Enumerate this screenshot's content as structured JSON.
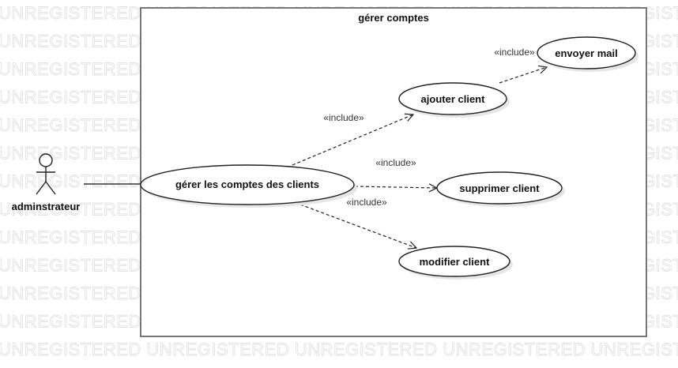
{
  "watermark": "UNREGISTERED",
  "system": {
    "title": "gérer comptes"
  },
  "actor": {
    "label": "adminstrateur",
    "icon": "stick-figure-icon"
  },
  "use_cases": [
    {
      "id": "main",
      "label": "gérer les comptes des clients"
    },
    {
      "id": "ajouter",
      "label": "ajouter client"
    },
    {
      "id": "envoyer",
      "label": "envoyer mail"
    },
    {
      "id": "supprimer",
      "label": "supprimer client"
    },
    {
      "id": "modifier",
      "label": "modifier client"
    }
  ],
  "relations": [
    {
      "type": "association",
      "from": "actor",
      "to": "main"
    },
    {
      "type": "include",
      "from": "main",
      "to": "ajouter",
      "label": "«include»"
    },
    {
      "type": "include",
      "from": "main",
      "to": "supprimer",
      "label": "«include»"
    },
    {
      "type": "include",
      "from": "main",
      "to": "modifier",
      "label": "«include»"
    },
    {
      "type": "include",
      "from": "ajouter",
      "to": "envoyer",
      "label": "«include»"
    }
  ]
}
